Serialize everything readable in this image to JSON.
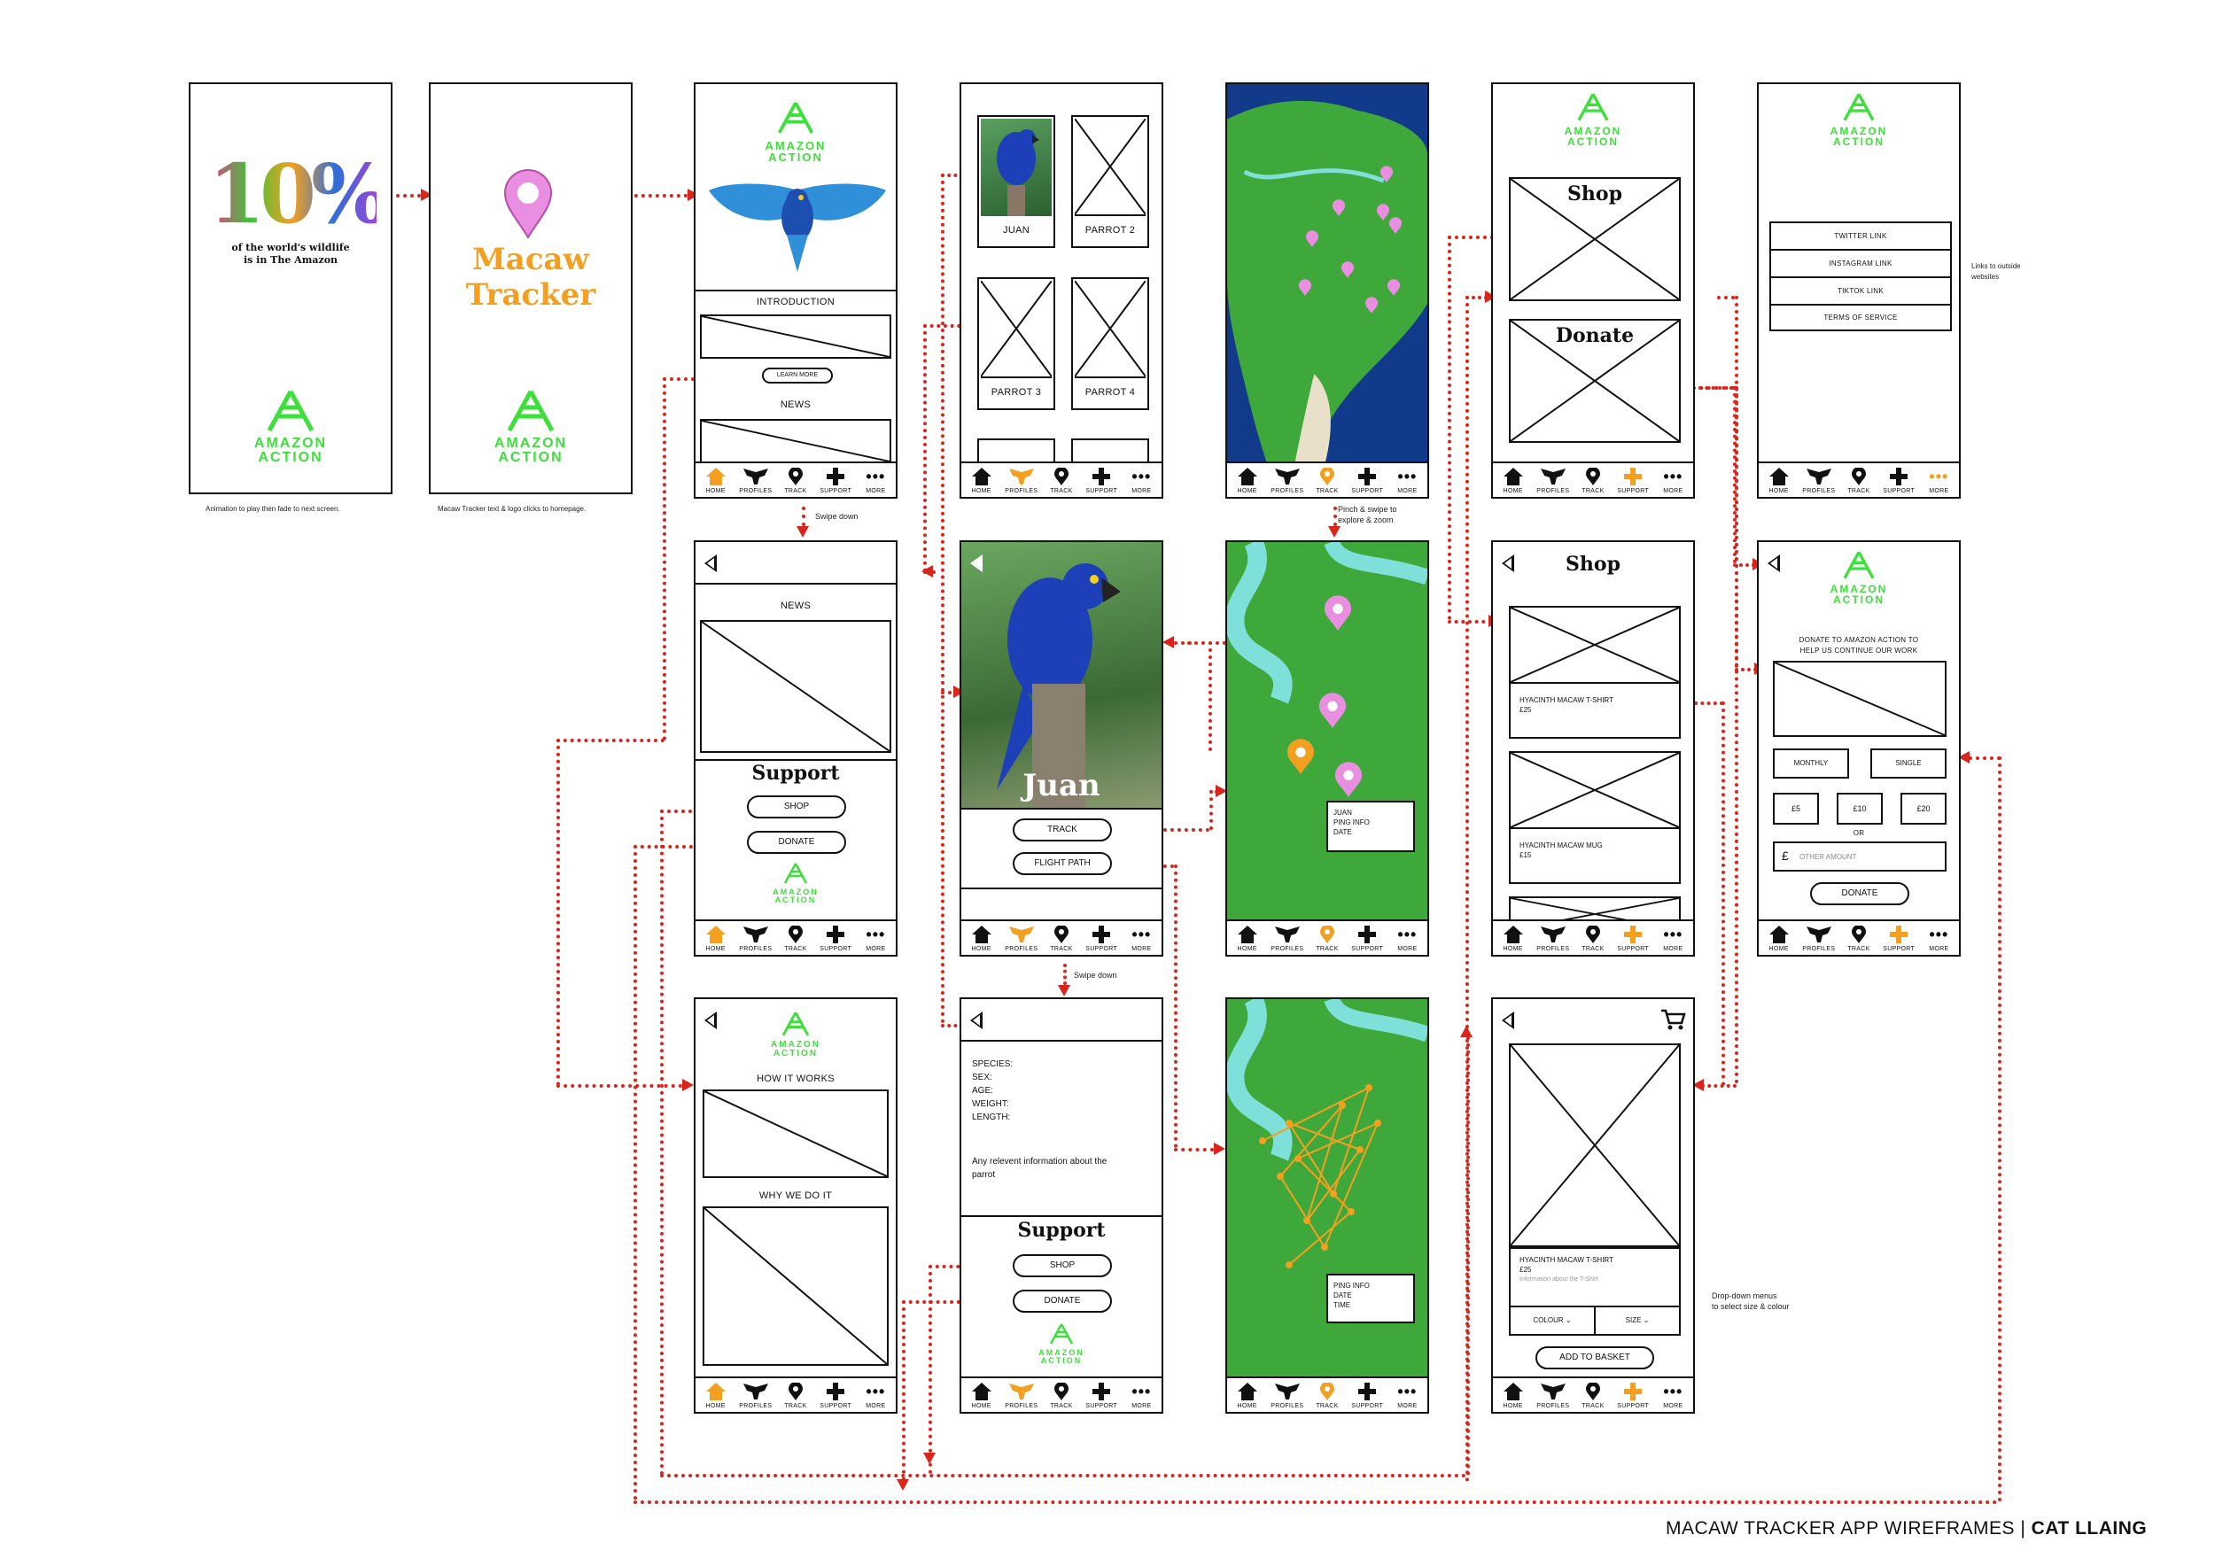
{
  "footer": {
    "left": "MACAW TRACKER APP WIREFRAMES",
    "sep": "|",
    "right": "CAT LLAING"
  },
  "nav": {
    "home": "HOME",
    "profiles": "PROFILES",
    "track": "TRACK",
    "support": "SUPPORT",
    "more": "MORE"
  },
  "brand": {
    "line1": "AMAZON",
    "line2": "ACTION"
  },
  "splash": {
    "percent": "10%",
    "text1": "of the world's wildlife",
    "text2": "is in The Amazon",
    "note": "Animation to play then fade to next screen."
  },
  "tracker": {
    "line1": "Macaw",
    "line2": "Tracker",
    "note": "Macaw Tracker text & logo clicks to homepage."
  },
  "home": {
    "intro": "INTRODUCTION",
    "learn_more": "LEARN MORE",
    "news": "NEWS",
    "note": "Swipe down"
  },
  "profiles": {
    "p1": "JUAN",
    "p2": "PARROT 2",
    "p3": "PARROT 3",
    "p4": "PARROT 4"
  },
  "map": {
    "note1": "Pinch & swipe to",
    "note2": "explore & zoom"
  },
  "shopmenu": {
    "shop": "Shop",
    "donate": "Donate"
  },
  "more": {
    "links": [
      "TWITTER LINK",
      "INSTAGRAM LINK",
      "TIKTOK LINK",
      "TERMS OF SERVICE"
    ],
    "note1": "Links to outside",
    "note2": "websites"
  },
  "homescroll": {
    "news": "NEWS",
    "support": "Support",
    "shop": "SHOP",
    "donate": "DONATE"
  },
  "juan": {
    "name": "Juan",
    "track": "TRACK",
    "flight": "FLIGHT PATH",
    "note": "Swipe down"
  },
  "ping": {
    "l1": "JUAN",
    "l2": "PING INFO",
    "l3": "DATE"
  },
  "shoplist": {
    "title": "Shop",
    "item1": "HYACINTH MACAW T-SHIRT",
    "price1": "£25",
    "item2": "HYACINTH MACAW MUG",
    "price2": "£15"
  },
  "donate": {
    "line1": "DONATE TO AMAZON ACTION TO",
    "line2": "HELP US CONTINUE OUR WORK",
    "monthly": "MONTHLY",
    "single": "SINGLE",
    "a1": "£5",
    "a2": "£10",
    "a3": "£20",
    "or": "OR",
    "currency": "£",
    "other": "OTHER AMOUNT",
    "button": "DONATE"
  },
  "about": {
    "how": "HOW IT WORKS",
    "why": "WHY WE DO IT"
  },
  "details": {
    "f1": "SPECIES:",
    "f2": "SEX:",
    "f3": "AGE:",
    "f4": "WEIGHT:",
    "f5": "LENGTH:",
    "info1": "Any relevent information about the",
    "info2": "parrot",
    "support": "Support",
    "shop": "SHOP",
    "donate": "DONATE"
  },
  "flight": {
    "l1": "PING INFO",
    "l2": "DATE",
    "l3": "TIME"
  },
  "product": {
    "item": "HYACINTH MACAW T-SHIRT",
    "price": "£25",
    "info": "Information about the T-Shirt",
    "colour": "COLOUR",
    "size": "SIZE",
    "add": "ADD TO BASKET",
    "note1": "Drop-down menus",
    "note2": "to select size & colour"
  }
}
